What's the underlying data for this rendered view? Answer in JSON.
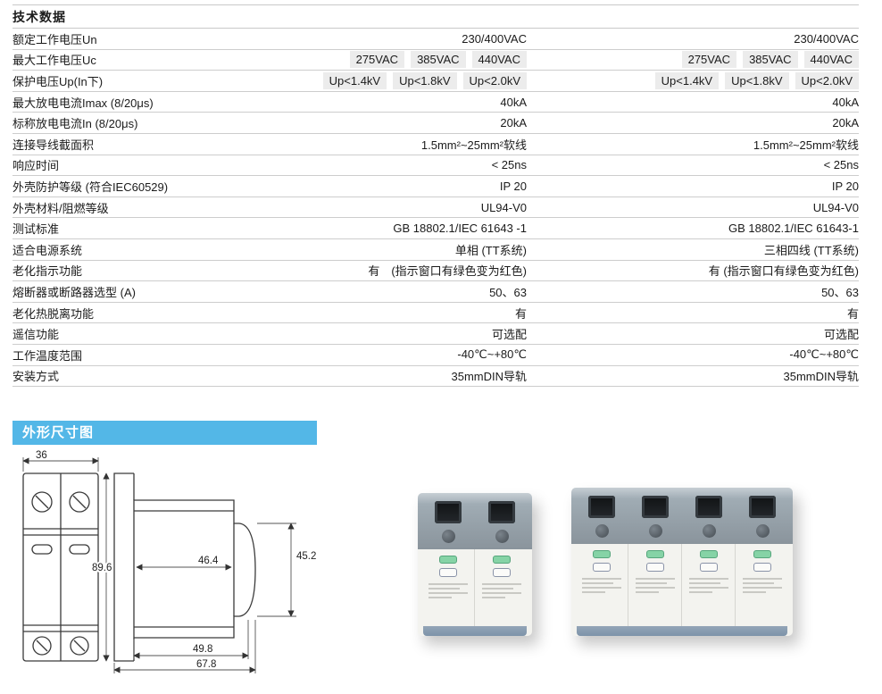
{
  "tech": {
    "title": "技术数据",
    "rows": [
      {
        "label": "额定工作电压Un",
        "v1": [
          "230/400VAC"
        ],
        "v2": [
          "230/400VAC"
        ]
      },
      {
        "label": "最大工作电压Uc",
        "v1": [
          "275VAC",
          "385VAC",
          "440VAC"
        ],
        "v2": [
          "275VAC",
          "385VAC",
          "440VAC"
        ]
      },
      {
        "label": "保护电压Up(In下)",
        "v1": [
          "Up<1.4kV",
          "Up<1.8kV",
          "Up<2.0kV"
        ],
        "v2": [
          "Up<1.4kV",
          "Up<1.8kV",
          "Up<2.0kV"
        ]
      },
      {
        "label": "最大放电电流Imax (8/20μs)",
        "v1": [
          "40kA"
        ],
        "v2": [
          "40kA"
        ]
      },
      {
        "label": "标称放电电流In (8/20μs)",
        "v1": [
          "20kA"
        ],
        "v2": [
          "20kA"
        ]
      },
      {
        "label": "连接导线截面积",
        "v1": [
          "1.5mm²~25mm²软线"
        ],
        "v2": [
          "1.5mm²~25mm²软线"
        ]
      },
      {
        "label": "响应时间",
        "v1": [
          "< 25ns"
        ],
        "v2": [
          "< 25ns"
        ]
      },
      {
        "label": "外壳防护等级 (符合IEC60529)",
        "v1": [
          "IP 20"
        ],
        "v2": [
          "IP 20"
        ]
      },
      {
        "label": "外壳材料/阻燃等级",
        "v1": [
          "UL94-V0"
        ],
        "v2": [
          "UL94-V0"
        ]
      },
      {
        "label": "测试标准",
        "v1": [
          "GB 18802.1/IEC 61643 -1"
        ],
        "v2": [
          "GB 18802.1/IEC 61643-1"
        ]
      },
      {
        "label": "适合电源系统",
        "v1": [
          "单相 (TT系统)"
        ],
        "v2": [
          "三相四线 (TT系统)"
        ]
      },
      {
        "label": "老化指示功能",
        "v1": [
          "有　(指示窗口有绿色变为红色)"
        ],
        "v2": [
          "有 (指示窗口有绿色变为红色)"
        ]
      },
      {
        "label": "熔断器或断路器选型 (A)",
        "v1": [
          "50、63"
        ],
        "v2": [
          "50、63"
        ]
      },
      {
        "label": "老化热脱离功能",
        "v1": [
          "有"
        ],
        "v2": [
          "有"
        ]
      },
      {
        "label": "遥信功能",
        "v1": [
          "可选配"
        ],
        "v2": [
          "可选配"
        ]
      },
      {
        "label": "工作温度范围",
        "v1": [
          "-40℃~+80℃"
        ],
        "v2": [
          "-40℃~+80℃"
        ]
      },
      {
        "label": "安装方式",
        "v1": [
          "35mmDIN导轨"
        ],
        "v2": [
          "35mmDIN导轨"
        ]
      }
    ]
  },
  "dimensions": {
    "title": "外形尺寸图",
    "front_width": "36",
    "overall_height": "89.6",
    "cap_height": "45.2",
    "inner_depth": "46.4",
    "body_depth": "49.8",
    "total_depth": "67.8"
  },
  "products": [
    {
      "name": "surge-protector-2pole-photo",
      "modules": 2
    },
    {
      "name": "surge-protector-4pole-photo",
      "modules": 4
    }
  ],
  "colors": {
    "accent_blue": "#53b7e7",
    "cell_bg": "#ececec",
    "indicator_green": "#86d3a6"
  }
}
